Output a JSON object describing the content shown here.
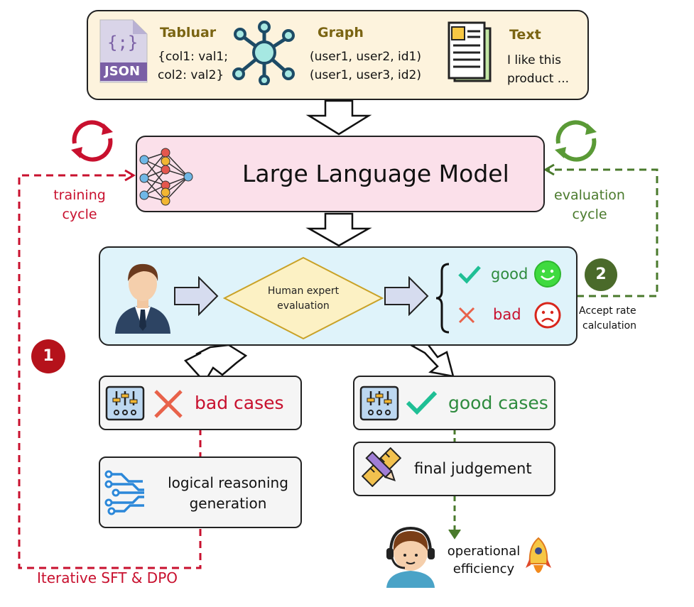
{
  "inputs": {
    "tabular": {
      "title": "Tabluar",
      "lines": [
        "{col1: val1;",
        "col2: val2}"
      ],
      "icon": "json-file-icon",
      "icon_label": "{;}",
      "badge": "JSON"
    },
    "graph": {
      "title": "Graph",
      "lines": [
        "(user1, user2, id1)",
        "(user1, user3, id2)"
      ],
      "icon": "network-graph-icon"
    },
    "text": {
      "title": "Text",
      "lines": [
        "I like this",
        "product ..."
      ],
      "icon": "document-icon"
    }
  },
  "llm": {
    "title": "Large Language Model",
    "icon": "neural-network-icon"
  },
  "training_cycle": {
    "label_line1": "training",
    "label_line2": "cycle",
    "color": "#c8102e",
    "badge": "1"
  },
  "evaluation_cycle": {
    "label_line1": "evaluation",
    "label_line2": "cycle",
    "color": "#4a7a2c",
    "badge": "2"
  },
  "evaluation": {
    "decision": [
      "Human expert",
      "evaluation"
    ],
    "good_label": "good",
    "bad_label": "bad",
    "accept_note": [
      "Accept rate",
      "calculation"
    ]
  },
  "bad_cases": {
    "label": "bad cases",
    "next": [
      "logical reasoning",
      "generation"
    ]
  },
  "good_cases": {
    "label": "good cases",
    "next": "final judgement"
  },
  "outcome": [
    "operational",
    "efficiency"
  ],
  "footer": "Iterative SFT & DPO",
  "colors": {
    "red": "#c8102e",
    "green": "#2e8b3e",
    "dark_green": "#4a7a2c",
    "teal": "#1fbf95"
  }
}
